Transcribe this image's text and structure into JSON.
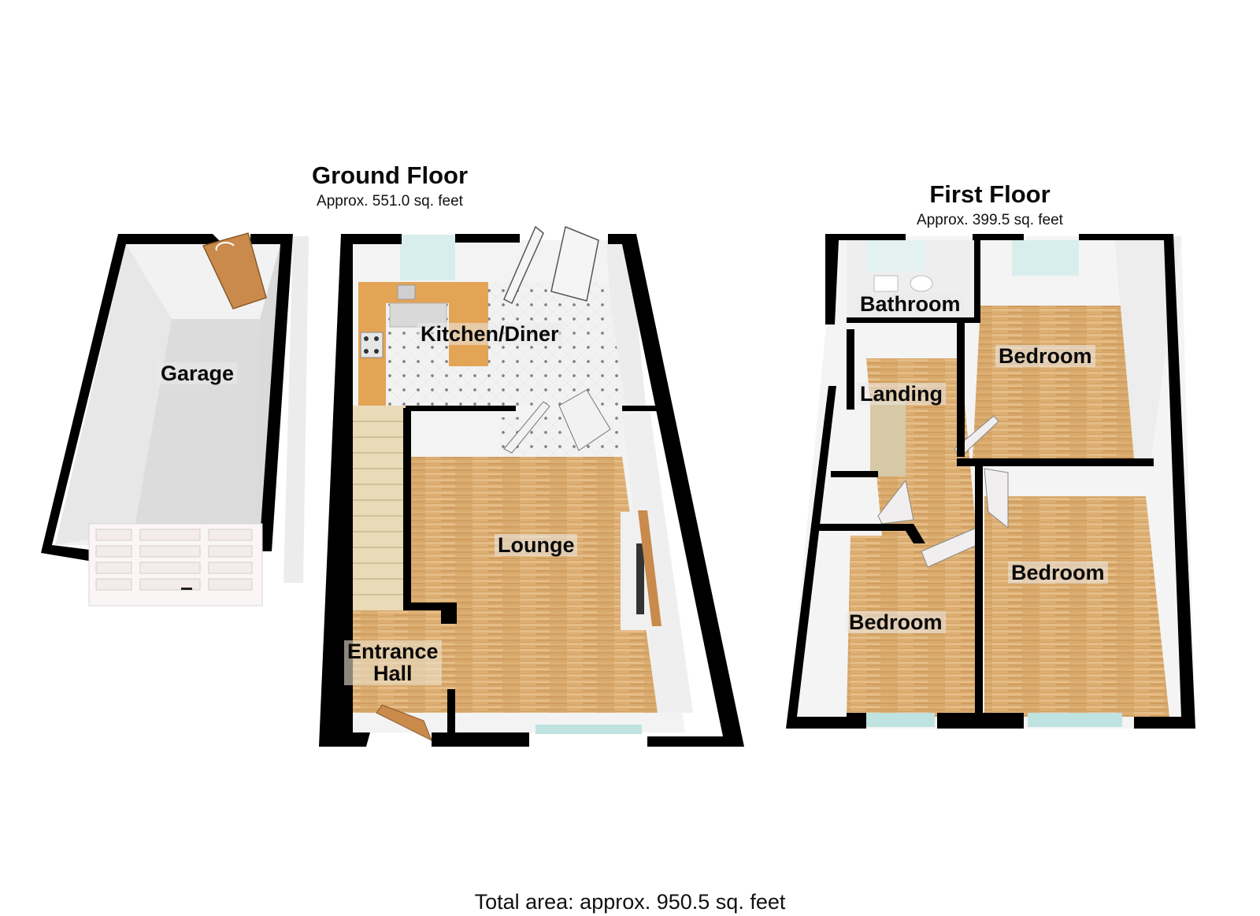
{
  "floors": {
    "ground": {
      "title": "Ground Floor",
      "area": "Approx. 551.0 sq. feet",
      "rooms": {
        "garage": "Garage",
        "kitchen": "Kitchen/Diner",
        "lounge": "Lounge",
        "entrance_line1": "Entrance",
        "entrance_line2": "Hall"
      }
    },
    "first": {
      "title": "First Floor",
      "area": "Approx. 399.5 sq. feet",
      "rooms": {
        "bathroom": "Bathroom",
        "landing": "Landing",
        "bedroom_rear": "Bedroom",
        "bedroom_front_right": "Bedroom",
        "bedroom_front_left": "Bedroom"
      }
    }
  },
  "total": "Total area: approx. 950.5 sq. feet",
  "colors": {
    "wall": "#000000",
    "wood_floor": "#d9a96a",
    "kitchen_tile": "#f0f0f0",
    "garage_floor": "#dcdcdc",
    "worktop": "#e2a050",
    "window": "#bfe3e0"
  }
}
